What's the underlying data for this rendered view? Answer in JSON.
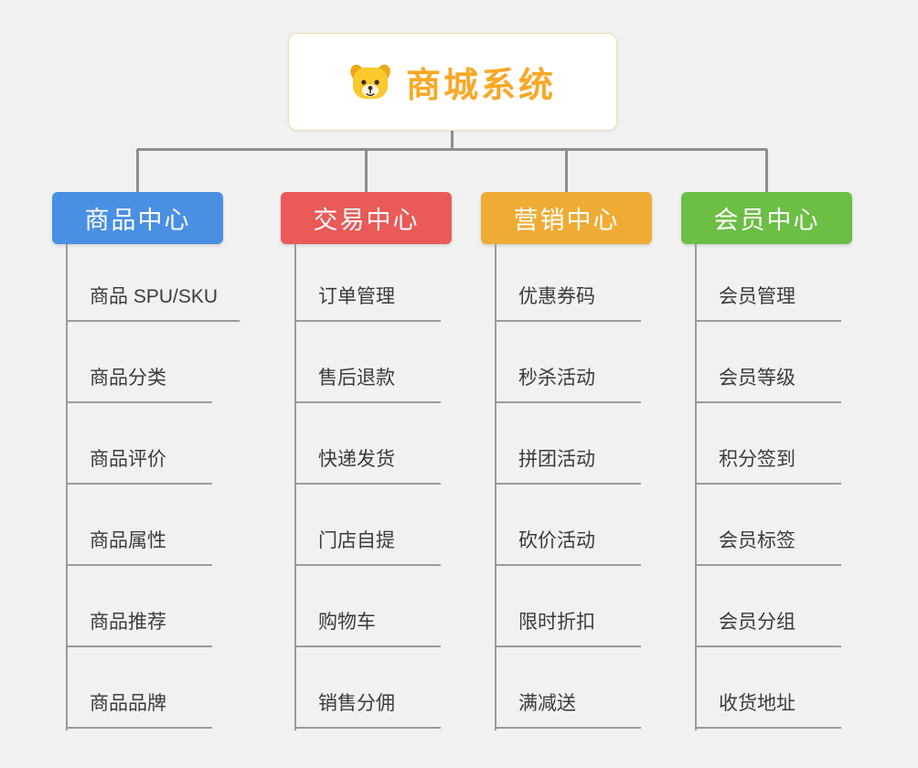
{
  "page": {
    "background_color": "#f1f1f1",
    "connector_color": "#8f8f8f"
  },
  "root": {
    "title": "商城系统",
    "title_color": "#f9a825",
    "icon": "dog-face-icon"
  },
  "branches": [
    {
      "label": "商品中心",
      "color": "#4a90e2",
      "children": [
        "商品 SPU/SKU",
        "商品分类",
        "商品评价",
        "商品属性",
        "商品推荐",
        "商品品牌"
      ]
    },
    {
      "label": "交易中心",
      "color": "#e95a58",
      "children": [
        "订单管理",
        "售后退款",
        "快递发货",
        "门店自提",
        "购物车",
        "销售分佣"
      ]
    },
    {
      "label": "营销中心",
      "color": "#efac34",
      "children": [
        "优惠券码",
        "秒杀活动",
        "拼团活动",
        "砍价活动",
        "限时折扣",
        "满减送"
      ]
    },
    {
      "label": "会员中心",
      "color": "#6cbe45",
      "children": [
        "会员管理",
        "会员等级",
        "积分签到",
        "会员标签",
        "会员分组",
        "收货地址"
      ]
    }
  ]
}
